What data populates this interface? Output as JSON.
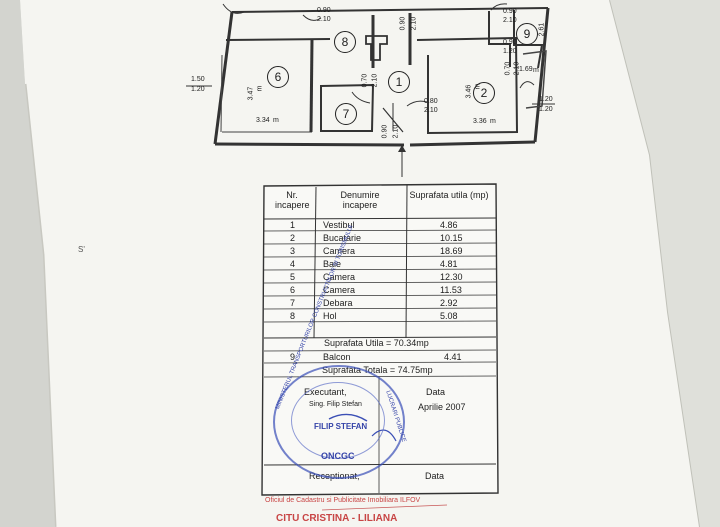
{
  "plan": {
    "dimensions": [
      "0.90",
      "2.10",
      "0.90",
      "2.10",
      "0.90",
      "2.10",
      "0.90",
      "1.20",
      "2.61",
      "1.69",
      "1.50",
      "1.20",
      "3.47",
      "0.70",
      "2.10",
      "3.46",
      "0.70",
      "2.10",
      "1.20",
      "1.20",
      "3.34",
      "0.80",
      "2.10",
      "3.36",
      "0.90",
      "2.10"
    ],
    "rooms": [
      "8",
      "9",
      "6",
      "1",
      "2",
      "7"
    ],
    "units": [
      "m",
      "m",
      "m",
      "m",
      "m"
    ]
  },
  "margin_mark": "S'",
  "table": {
    "headers": [
      "Nr. incapere",
      "Denumire incapere",
      "Suprafata utila (mp)"
    ],
    "rows": [
      {
        "nr": "1",
        "name": "Vestibul",
        "area": "4.86"
      },
      {
        "nr": "2",
        "name": "Bucatarie",
        "area": "10.15"
      },
      {
        "nr": "3",
        "name": "Camera",
        "area": "18.69"
      },
      {
        "nr": "4",
        "name": "Baie",
        "area": "4.81"
      },
      {
        "nr": "5",
        "name": "Camera",
        "area": "12.30"
      },
      {
        "nr": "6",
        "name": "Camera",
        "area": "11.53"
      },
      {
        "nr": "7",
        "name": "Debara",
        "area": "2.92"
      },
      {
        "nr": "8",
        "name": "Hol",
        "area": "5.08"
      }
    ],
    "surface_utila": "Suprafata Utila = 70.34mp",
    "balcony": {
      "nr": "9",
      "name": "Balcon",
      "area": "4.41"
    },
    "surface_totala": "Suprafata Totala = 74.75mp",
    "executant": "Executant,",
    "data_label": "Data",
    "executant_name": "Sing. Filip Stefan",
    "date": "Aprilie 2007",
    "receptionat": "Receptionat,",
    "data_label_2": "Data"
  },
  "stamp": {
    "arc_top": "MINISTERUL TRANSPORTURILOR CONSTRUCTIILOR SI TURISMULUI",
    "name": "FILIP STEFAN",
    "bottom": "ONCGC",
    "side": "LUCRARI PUBLICE"
  },
  "official": {
    "office": "Oficiul de Cadastru si Publicitate Imobiliara ILFOV",
    "person": "CITU CRISTINA - LILIANA"
  },
  "colors": {
    "paper": "#f5f5f1",
    "ink": "#222222",
    "stamp_blue": "#3d52b8",
    "stamp_red": "#c84545"
  }
}
